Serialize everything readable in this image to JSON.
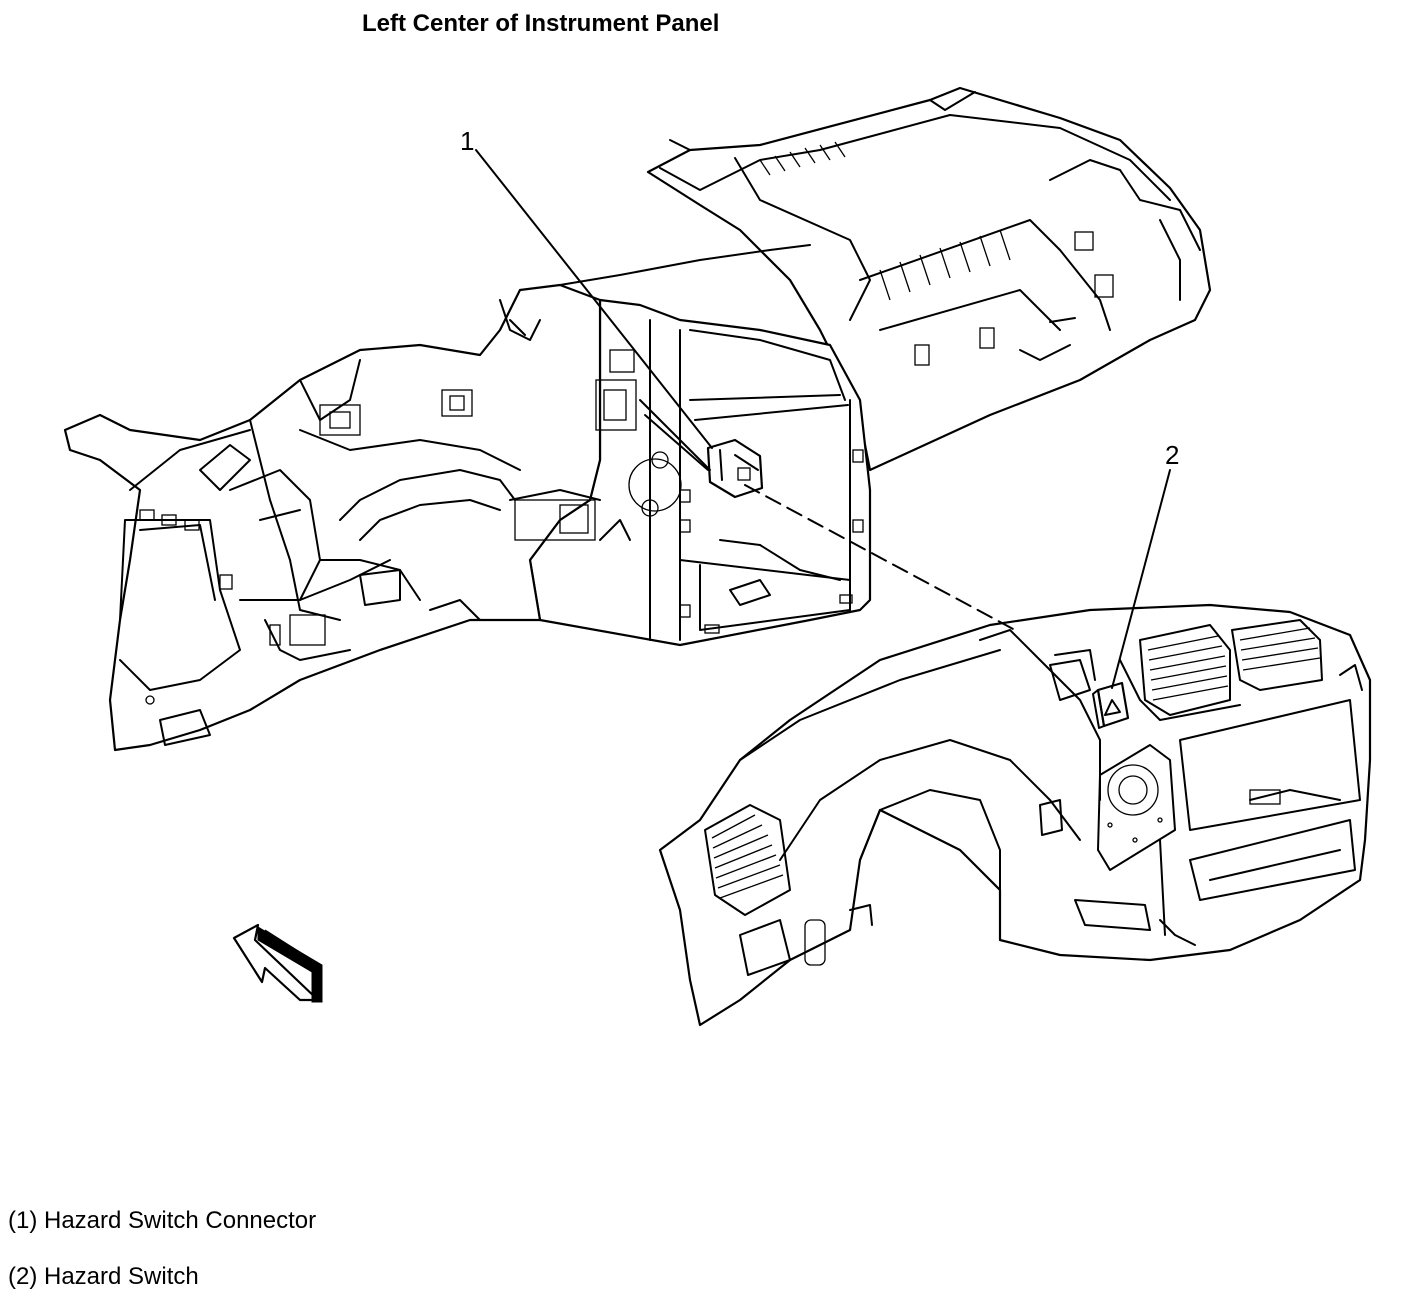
{
  "title": "Left Center of Instrument Panel",
  "callouts": [
    {
      "number": "1",
      "label": "(1) Hazard Switch Connector"
    },
    {
      "number": "2",
      "label": "(2) Hazard Switch"
    }
  ],
  "icons": {
    "direction_arrow": "forward-arrow-icon"
  }
}
